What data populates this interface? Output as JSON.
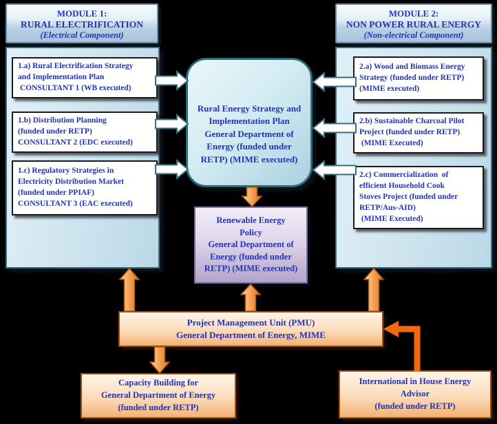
{
  "module1": {
    "header": {
      "line1": "MODULE 1:",
      "line2": "RURAL ELECTRIFICATION",
      "line3": "(Electrical Component)"
    },
    "boxes": [
      {
        "text": "1.a) Rural Electrification Strategy\nand Implementation Plan\n CONSULTANT 1 (WB executed)"
      },
      {
        "text": "1.b) Distribution Planning\n(funded under RETP)\nCONSULTANT 2 (EDC executed)"
      },
      {
        "text": "1.c) Regulatory Strategies in\nElectricity Distribution Market\n(funded under PPIAF)\nCONSULTANT 3 (EAC executed)"
      }
    ]
  },
  "module2": {
    "header": {
      "line1": "MODULE 2:",
      "line2": "NON POWER RURAL ENERGY",
      "line3": "(Non-electrical Component)"
    },
    "boxes": [
      {
        "text": "2.a) Wood and Biomass Energy\nStrategy (funded under RETP)\n(MIME executed)"
      },
      {
        "text": "2.b) Sustainable Charcoal Pilot\nProject (funded under RETP)\n (MIME Executed)"
      },
      {
        "text": "2.c) Commercialization  of\nefficient Household Cook\nStoves Project (funded under\nRETP/Aus-AID)\n (MIME Executed)"
      }
    ]
  },
  "center_box": {
    "title": "Rural Energy Strategy and\nImplementation Plan",
    "body": "General Department of\nEnergy (funded under\nRETP) (MIME executed)"
  },
  "policy_box": {
    "title": "Renewable Energy\nPolicy",
    "body": "General Department of\nEnergy (funded under\nRETP) (MIME executed)"
  },
  "pmu_box": {
    "title": "Project Management Unit (PMU)",
    "body": "General Department of Energy, MIME"
  },
  "capacity_box": {
    "title": "Capacity Building for",
    "body": "General Department of Energy\n(funded under RETP)"
  },
  "advisor_box": {
    "title": "International in House Energy\nAdvisor",
    "body": "(funded under RETP)"
  },
  "colors": {
    "text_blue": "#2233bb",
    "panel_blue": "#cde4ee",
    "arrow_orange": "#ef7c1e",
    "elbow_orange": "#f2680c",
    "policy_purple": "#b3a3c9"
  }
}
